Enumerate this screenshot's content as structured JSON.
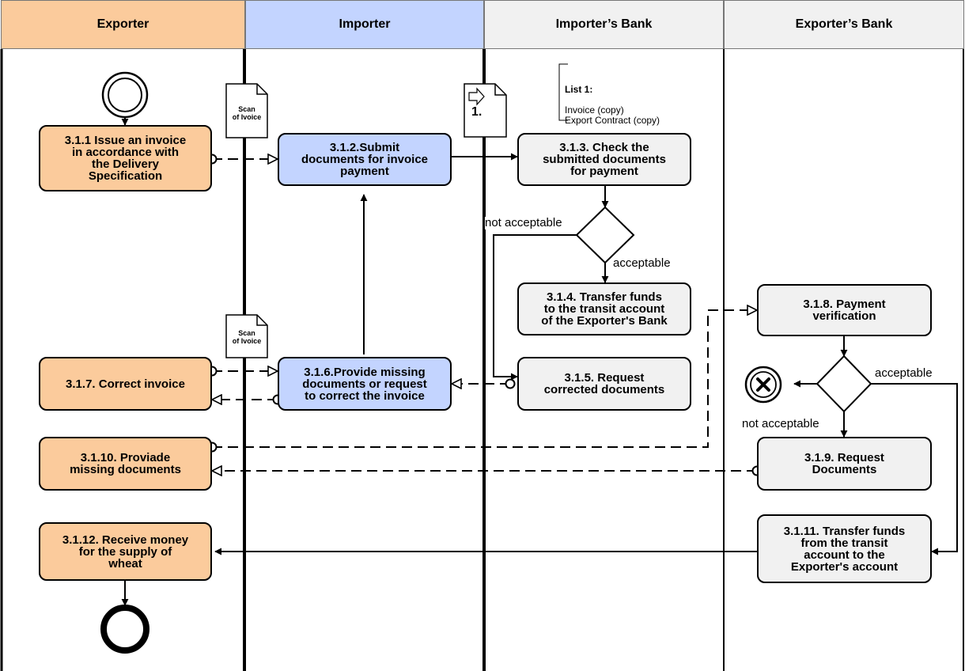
{
  "lanes": [
    {
      "name": "Exporter",
      "color": "#fbcb9c"
    },
    {
      "name": "Importer",
      "color": "#c3d4ff"
    },
    {
      "name": "Importer’s Bank",
      "color": "#f1f1f1"
    },
    {
      "name": "Exporter’s Bank",
      "color": "#f1f1f1"
    }
  ],
  "tasks": {
    "t311": "3.1.1 Issue an invoice\nin accordance with\nthe Delivery\nSpecification",
    "t312": "3.1.2.Submit\ndocuments for invoice\npayment",
    "t313": "3.1.3. Check the\nsubmitted documents\nfor payment",
    "t314": "3.1.4. Transfer funds\nto the transit account\nof the Exporter's Bank",
    "t315": "3.1.5. Request\ncorrected documents",
    "t316": "3.1.6.Provide missing\ndocuments or request\nto correct the invoice",
    "t317": "3.1.7. Correct invoice",
    "t318": "3.1.8. Payment\nverification",
    "t319": "3.1.9. Request\nDocuments",
    "t3110": "3.1.10. Proviade\nmissing documents",
    "t3111": "3.1.11. Transfer funds\nfrom the transit\naccount to the\nExporter's account",
    "t3112": "3.1.12. Receive money\nfor the supply of\nwheat"
  },
  "documents": {
    "scan1": "Scan\nof Ivoice",
    "scan2": "Scan\nof Ivoice",
    "list_doc": "1."
  },
  "note": {
    "title": "List 1:",
    "body": "Invoice (copy)\nExport Contract (copy)"
  },
  "labels": {
    "not_acceptable_1": "not acceptable",
    "acceptable_1": "acceptable",
    "acceptable_2": "acceptable",
    "not_acceptable_2": "not acceptable"
  },
  "colors": {
    "exporter": "#fbcb9c",
    "importer": "#c3d4ff",
    "bank": "#f1f1f1"
  }
}
